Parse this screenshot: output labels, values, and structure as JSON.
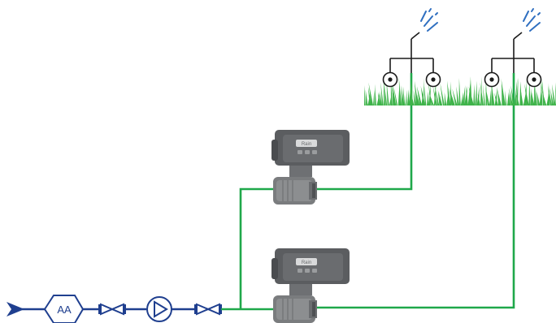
{
  "diagram": {
    "filter_symbol_label": "AA",
    "controller_brand_label": "Rain",
    "colors": {
      "supply_pipe": "#1f3f8f",
      "irrigation_pipe": "#1fa84a",
      "grass": "#3fb34a",
      "spray": "#2f6fc0",
      "valve_body": "#7a7c7e",
      "controller_body": "#5b5d60"
    },
    "components": [
      {
        "type": "flow-arrow-icon",
        "interactable": false
      },
      {
        "type": "filter-symbol"
      },
      {
        "type": "gate-valve-icon"
      },
      {
        "type": "pump-icon"
      },
      {
        "type": "gate-valve-icon"
      },
      {
        "type": "solenoid-valve-controller",
        "zone": "upper"
      },
      {
        "type": "solenoid-valve-controller",
        "zone": "lower"
      },
      {
        "type": "sprinkler-head-icon",
        "count": 2,
        "zone": "left"
      },
      {
        "type": "sprinkler-head-icon",
        "count": 2,
        "zone": "right"
      }
    ]
  }
}
